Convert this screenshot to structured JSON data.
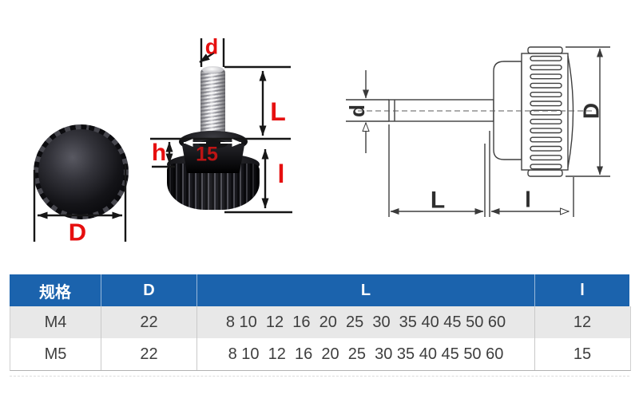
{
  "colors": {
    "accent_red": "#e60f0f",
    "thread_red": "#bd1414",
    "table_header_bg": "#1b63ad",
    "table_header_text": "#ffffff",
    "table_alt_row_bg": "#e8e8e8",
    "photo_line": "#161616",
    "drawing_line": "#3f3f3f"
  },
  "figure_front_photo": {
    "dim_D": "D"
  },
  "figure_side_photo": {
    "dim_d": "d",
    "dim_L": "L",
    "dim_h": "h",
    "dim_thread": "15",
    "dim_l": "l"
  },
  "figure_drawing": {
    "dim_d": "d",
    "dim_D": "D",
    "dim_L": "L",
    "dim_l": "l"
  },
  "table": {
    "headers": [
      "规格",
      "D",
      "L",
      "l"
    ],
    "rows": [
      {
        "spec": "M4",
        "D": "22",
        "L": "8 10  12  16  20  25  30  35 40 45 50 60",
        "l": "12"
      },
      {
        "spec": "M5",
        "D": "22",
        "L": "8 10  12  16  20  25  30 35 40 45 50 60",
        "l": "15"
      }
    ]
  }
}
